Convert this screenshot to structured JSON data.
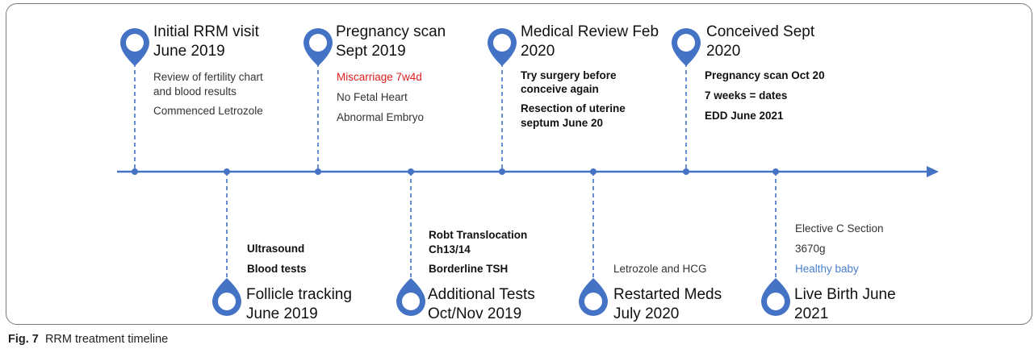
{
  "colors": {
    "line": "#4472c4",
    "pin": "#4472c4",
    "pin_inner": "#ffffff",
    "red_text": "#e02020",
    "blue_text": "#4a7fd0"
  },
  "top_events": [
    {
      "title": [
        "Initial RRM visit",
        "June 2019"
      ],
      "notes": [
        "Review of fertility chart",
        "and blood results",
        "Commenced Letrozole"
      ]
    },
    {
      "title": [
        "Pregnancy scan",
        "Sept 2019"
      ],
      "notes": [
        "Miscarriage 7w4d",
        "No Fetal Heart",
        "Abnormal Embryo"
      ]
    },
    {
      "title": [
        "Medical Review Feb",
        "2020"
      ],
      "notes": [
        "Try surgery before",
        "conceive again",
        "Resection of uterine",
        "septum June 20"
      ]
    },
    {
      "title": [
        "Conceived Sept",
        "2020"
      ],
      "notes": [
        "Pregnancy scan Oct 20",
        "7 weeks = dates",
        "EDD June 2021"
      ]
    }
  ],
  "bottom_events": [
    {
      "title": [
        "Follicle tracking",
        "June 2019"
      ],
      "notes": [
        "Ultrasound",
        "Blood tests"
      ]
    },
    {
      "title": [
        "Additional Tests",
        "Oct/Nov 2019"
      ],
      "notes": [
        "Robt Translocation",
        "Ch13/14",
        "Borderline TSH"
      ]
    },
    {
      "title": [
        "Restarted Meds",
        "July 2020"
      ],
      "notes": [
        "Letrozole and HCG"
      ]
    },
    {
      "title": [
        "Live Birth June",
        "2021"
      ],
      "notes": [
        "Elective C Section",
        "3670g",
        "Healthy baby"
      ]
    }
  ],
  "caption": {
    "label": "Fig. 7",
    "text": "RRM treatment timeline"
  }
}
